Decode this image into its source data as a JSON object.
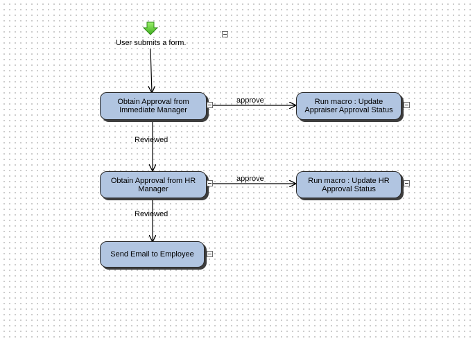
{
  "start": {
    "label": "User submits a form.",
    "icon": "down-arrow-icon",
    "icon_color": "#6ad23a"
  },
  "nodes": {
    "approval_manager": "Obtain Approval from Immediate Manager",
    "macro_appraiser": "Run macro : Update Appraiser Approval Status",
    "approval_hr": "Obtain Approval from HR Manager",
    "macro_hr": "Run macro : Update HR Approval Status",
    "send_email": "Send Email to Employee"
  },
  "edges": {
    "approve_1": "approve",
    "reviewed_1": "Reviewed",
    "approve_2": "approve",
    "reviewed_2": "Reviewed"
  },
  "colors": {
    "node_fill": "#b1c5e1",
    "node_border": "#2b2b2b",
    "edge": "#000000"
  }
}
